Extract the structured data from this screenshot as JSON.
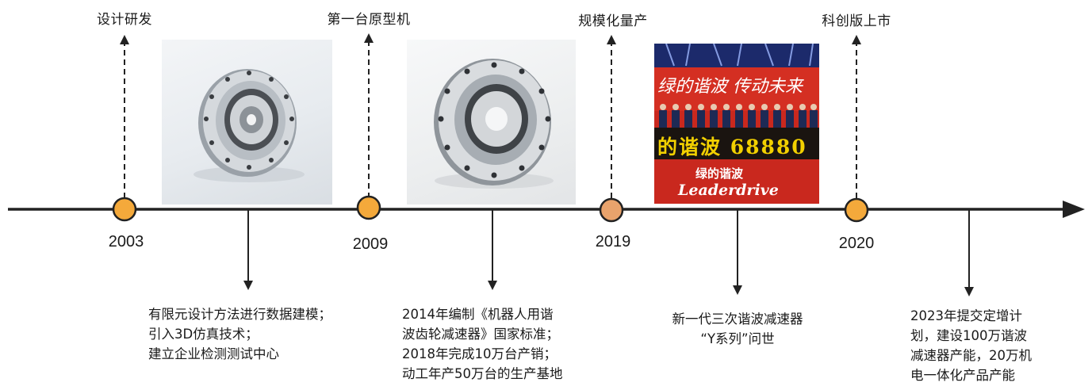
{
  "milestones": [
    {
      "year": "2003",
      "label": "设计研发",
      "marker_color": "#f4a93b",
      "description": [
        "有限元设计方法进行数据建模；",
        "引入3D仿真技术；",
        "建立企业检测测试中心"
      ]
    },
    {
      "year": "2009",
      "label": "第一台原型机",
      "marker_color": "#f4a93b",
      "description": [
        "2014年编制《机器人用谐",
        "波齿轮减速器》国家标准；",
        "2018年完成10万台产销；",
        "动工年产50万台的生产基地"
      ]
    },
    {
      "year": "2019",
      "label": "规模化量产",
      "marker_color": "#e9a36c",
      "description": [
        "新一代三次谐波减速器",
        "“Y系列”问世"
      ]
    },
    {
      "year": "2020",
      "label": "科创版上市",
      "marker_color": "#f4a93b",
      "description": [
        "2023年提交定增计",
        "划，建设100万谐波",
        "减速器产能，20万机",
        "电一体化产品产能"
      ]
    }
  ],
  "ceremony_photo": {
    "banner_top": "绿的谐波  传动未来",
    "banner_middle": "的谐波  68880",
    "podium_text": "绿的谐波",
    "podium_logo": "Leaderdrive"
  },
  "colors": {
    "axis": "#222222",
    "marker_stroke": "#222222",
    "arrow": "#222222",
    "ceremony_red": "#c9281e",
    "ceremony_yellow": "#f2d000"
  }
}
